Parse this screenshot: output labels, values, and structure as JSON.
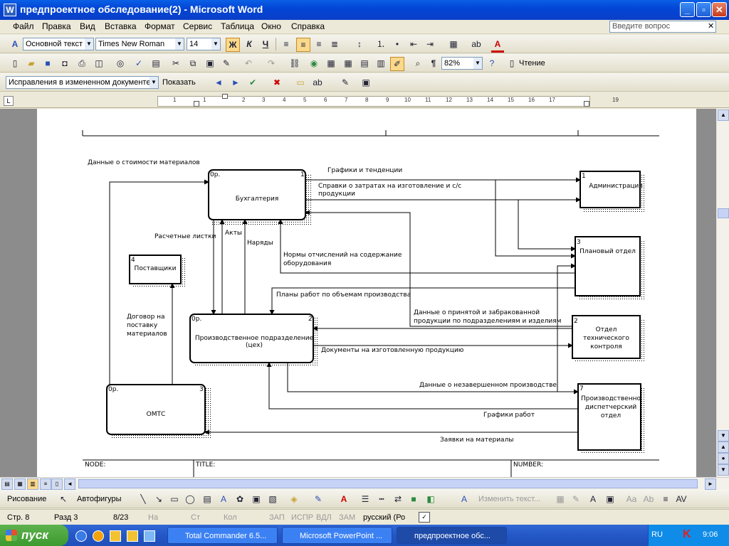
{
  "window": {
    "title": "предпроектное обследование(2) - Microsoft Word"
  },
  "menu": {
    "items": [
      "Файл",
      "Правка",
      "Вид",
      "Вставка",
      "Формат",
      "Сервис",
      "Таблица",
      "Окно",
      "Справка"
    ],
    "question_placeholder": "Введите вопрос"
  },
  "format_toolbar": {
    "style": "Основной текст",
    "font": "Times New Roman",
    "size": "14",
    "bold": "Ж",
    "italic": "К",
    "underline": "Ч"
  },
  "standard_toolbar": {
    "zoom": "82%",
    "reading": "Чтение"
  },
  "review_toolbar": {
    "display_mode": "Исправления в измененном документе",
    "show": "Показать"
  },
  "ruler": {
    "numbers": [
      "1",
      "1",
      "2",
      "3",
      "4",
      "5",
      "6",
      "7",
      "8",
      "9",
      "10",
      "11",
      "12",
      "13",
      "14",
      "15",
      "16",
      "17",
      "19"
    ]
  },
  "diagram": {
    "boxes": {
      "accounting": {
        "label": "Бухгалтерия",
        "op": "0р.",
        "num": "1"
      },
      "production": {
        "label": "Производственное подразделение (цех)",
        "op": "0р.",
        "num": "2"
      },
      "omts": {
        "label": "ОМТС",
        "op": "0р.",
        "num": "3"
      },
      "suppliers": {
        "label": "Поставщики",
        "num": "4"
      },
      "administration": {
        "label": "Администрация",
        "num": "1"
      },
      "planning": {
        "label": "Плановый отдел",
        "num": "3"
      },
      "qc": {
        "label": "Отдел технического контроля",
        "num": "2"
      },
      "dispatch": {
        "label": "Производственно диспетчерский отдел",
        "num": "7"
      }
    },
    "flows": {
      "materials_cost": "Данные о стоимости материалов",
      "graphs_trends": "Графики и тенденции",
      "cost_reports": "Справки о затратах на изготовление и с/с продукции",
      "pay_sheets": "Расчетные листки",
      "acts": "Акты",
      "orders": "Наряды",
      "depreciation_norms": "Нормы отчислений на содержание оборудования",
      "work_plans": "Планы работ по объемам производства",
      "accepted_rejected": "Данные о принятой и забракованной продукции по подразделениям и изделиям",
      "documents": "Документы на изготовленную продукцию",
      "wip_data": "Данные о незавершенном производстве",
      "work_schedules": "Графики работ",
      "material_requests": "Заявки на материалы",
      "supply_contract": "Договор на поставку материалов"
    },
    "frame": {
      "node": "NODE:",
      "title": "TITLE:",
      "number": "NUMBER:"
    }
  },
  "draw_toolbar": {
    "drawing": "Рисование",
    "autoshapes": "Автофигуры",
    "edit_text": "Изменить текст..."
  },
  "status": {
    "page": "Стр. 8",
    "section": "Разд 3",
    "pages": "8/23",
    "at": "На",
    "line": "Ст",
    "col": "Кол",
    "rec": "ЗАП",
    "trk": "ИСПР",
    "ext": "ВДЛ",
    "ovr": "ЗАМ",
    "lang": "русский (Ро"
  },
  "taskbar": {
    "start": "пуск",
    "tasks": [
      "Total Commander 6.5...",
      "Microsoft PowerPoint ...",
      "предпроектное обс..."
    ],
    "lang": "RU",
    "clock": "9:06"
  },
  "colors": {
    "titlebar": "#0A5FE6",
    "taskbar": "#2457C7",
    "start": "#3C9A2E"
  }
}
